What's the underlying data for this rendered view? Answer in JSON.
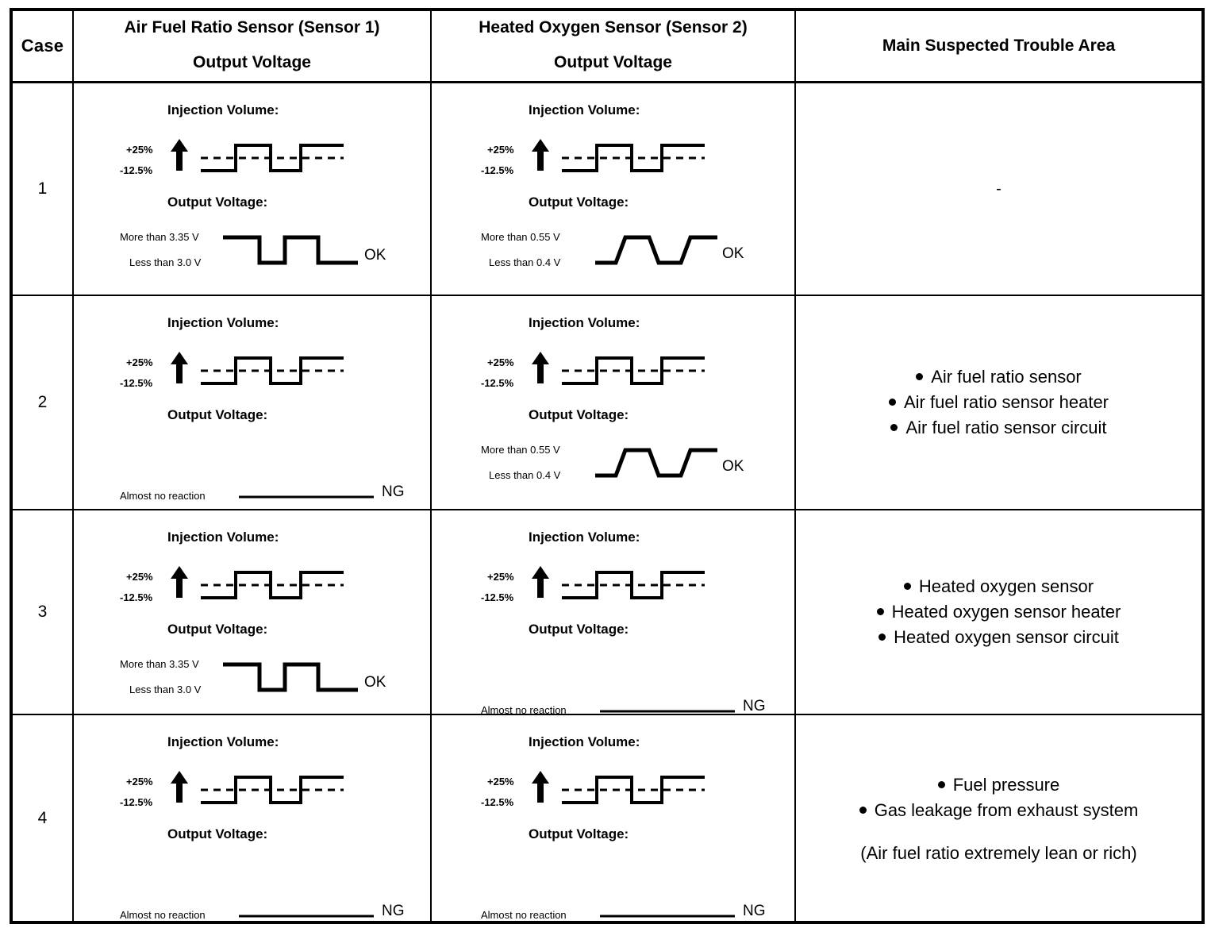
{
  "table": {
    "headers": {
      "case": "Case",
      "sensor1_line1": "Air Fuel Ratio Sensor (Sensor 1)",
      "sensor1_line2": "Output Voltage",
      "sensor2_line1": "Heated Oxygen Sensor (Sensor 2)",
      "sensor2_line2": "Output Voltage",
      "trouble_area": "Main Suspected Trouble Area"
    },
    "labels": {
      "injection_volume": "Injection Volume:",
      "output_voltage": "Output Voltage:",
      "pct_high": "+25%",
      "pct_low": "-12.5%",
      "afr_more_than": "More than 3.35 V",
      "afr_less_than": "Less than 3.0 V",
      "ho2_more_than": "More than 0.55 V",
      "ho2_less_than": "Less than 0.4 V",
      "almost_no_reaction": "Almost no reaction",
      "ok": "OK",
      "ng": "NG"
    },
    "rows": [
      {
        "case": "1",
        "sensor1": {
          "verdict": "OK",
          "waveform": "square",
          "more_than": "More than 3.35 V",
          "less_than": "Less than 3.0 V"
        },
        "sensor2": {
          "verdict": "OK",
          "waveform": "trapezoid",
          "more_than": "More than 0.55 V",
          "less_than": "Less than 0.4 V"
        },
        "trouble_area": {
          "dash": "-",
          "items": [],
          "note": ""
        }
      },
      {
        "case": "2",
        "sensor1": {
          "verdict": "NG",
          "waveform": "flat",
          "flat_label": "Almost no reaction"
        },
        "sensor2": {
          "verdict": "OK",
          "waveform": "trapezoid",
          "more_than": "More than 0.55 V",
          "less_than": "Less than 0.4 V"
        },
        "trouble_area": {
          "dash": "",
          "items": [
            "Air fuel ratio sensor",
            "Air fuel ratio sensor heater",
            "Air fuel ratio sensor circuit"
          ],
          "note": ""
        }
      },
      {
        "case": "3",
        "sensor1": {
          "verdict": "OK",
          "waveform": "square",
          "more_than": "More than 3.35 V",
          "less_than": "Less than 3.0 V"
        },
        "sensor2": {
          "verdict": "NG",
          "waveform": "flat",
          "flat_label": "Almost no reaction"
        },
        "trouble_area": {
          "dash": "",
          "items": [
            "Heated oxygen sensor",
            "Heated oxygen sensor heater",
            "Heated oxygen sensor circuit"
          ],
          "note": ""
        }
      },
      {
        "case": "4",
        "sensor1": {
          "verdict": "NG",
          "waveform": "flat",
          "flat_label": "Almost no reaction"
        },
        "sensor2": {
          "verdict": "NG",
          "waveform": "flat",
          "flat_label": "Almost no reaction"
        },
        "trouble_area": {
          "dash": "",
          "items": [
            "Fuel pressure",
            "Gas leakage from exhaust system"
          ],
          "note": "(Air fuel ratio extremely lean or rich)"
        }
      }
    ]
  },
  "colors": {
    "ink": "#000000",
    "paper": "#ffffff"
  }
}
